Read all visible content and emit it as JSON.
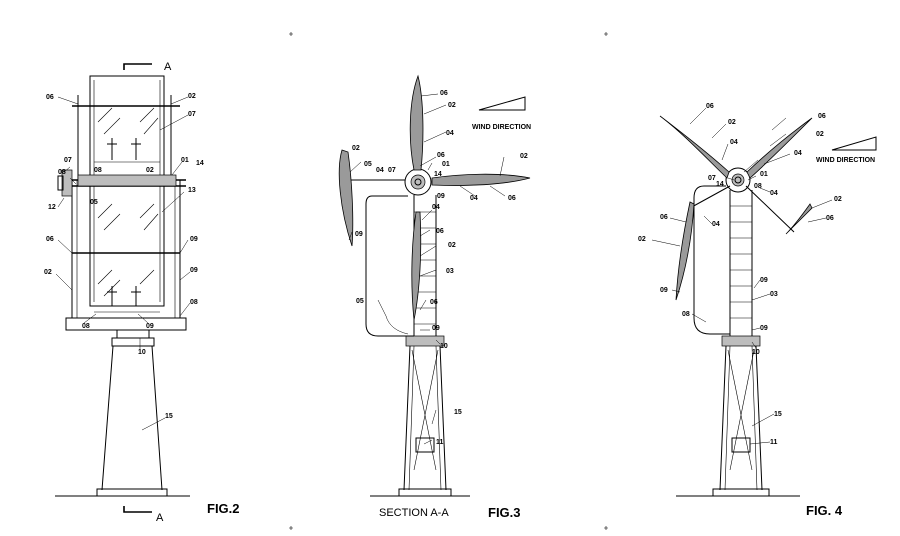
{
  "figures": {
    "fig2": {
      "caption": "FIG.2",
      "section_mark_top": "A",
      "section_mark_bottom": "A",
      "labels": [
        "06",
        "02",
        "07",
        "01",
        "14",
        "07",
        "08",
        "08",
        "02",
        "13",
        "12",
        "05",
        "06",
        "09",
        "09",
        "02",
        "08",
        "08",
        "09",
        "10",
        "15"
      ]
    },
    "fig3": {
      "caption": "FIG.3",
      "section_caption": "SECTION A-A",
      "wind_label": "WIND DIRECTION",
      "labels": [
        "06",
        "02",
        "04",
        "02",
        "05",
        "04",
        "07",
        "06",
        "01",
        "14",
        "02",
        "09",
        "04",
        "06",
        "04",
        "06",
        "09",
        "02",
        "03",
        "05",
        "06",
        "09",
        "10",
        "15",
        "11"
      ]
    },
    "fig4": {
      "caption": "FIG. 4",
      "wind_label": "WIND DIRECTION",
      "labels": [
        "06",
        "02",
        "04",
        "06",
        "02",
        "04",
        "14",
        "01",
        "07",
        "08",
        "04",
        "02",
        "06",
        "06",
        "02",
        "04",
        "09",
        "08",
        "09",
        "03",
        "09",
        "10",
        "15",
        "11"
      ]
    }
  },
  "colors": {
    "line": "#000000",
    "hatch": "#bdbdbd",
    "blade": "#9a9a9a",
    "background": "#ffffff"
  }
}
